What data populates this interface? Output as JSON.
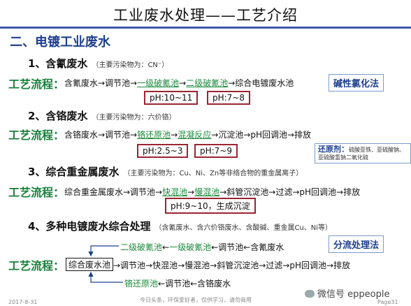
{
  "title": "工业废水处理——工艺介绍",
  "section": "二、电镀工业废水",
  "flow_label": "工艺流程：",
  "s1": {
    "heading": "1、含氰废水",
    "note": "（主要污染物为：CN⁻）",
    "flow": {
      "a": "含氰废水→调节池→",
      "b": "一级破氰池",
      "c": "→",
      "d": "二级破氰池",
      "e": "→综合电镀废水池"
    },
    "ph1": "pH:10~11",
    "ph2": "pH:7~8",
    "badge": "碱性氯化法"
  },
  "s2": {
    "heading": "2、含铬废水",
    "note": "（主要污染物为：六价铬）",
    "flow": {
      "a": "含铬废水→调节池→",
      "b": "铬还原池",
      "c": "→",
      "d": "混凝反应",
      "e": "→沉淀池→pH回调池→排放"
    },
    "ph1": "pH:2.5~3",
    "ph2": "pH:7~9",
    "hint_title": "还原剂：",
    "hint_body": "硫酸亚铁、亚硫酸钠、亚硫酸氢钠二氧化硫"
  },
  "s3": {
    "heading": "3、综合重金属废水",
    "note": "（主要污染物为：Cu、Ni、Zn等非络合物的重金属离子）",
    "flow": {
      "a": "综合重金属废水→调节池→",
      "b": "快混池",
      "c": "→",
      "d": "慢混池",
      "e": "→斜管沉淀池→过滤→pH回调池→排放"
    },
    "ph1": "pH:9~10，生成沉淀"
  },
  "s4": {
    "heading": "4、多种电镀废水综合处理",
    "note": "（含氰废水、含六价铬废水、含酸碱、重金属Cu、Ni等）",
    "badge": "分流处理法",
    "top_line": {
      "a": "二级破氰池",
      "b": "←",
      "c": "一级破氰池",
      "d": "←调节池←含氰废水"
    },
    "mix_box": "综合废水池",
    "main_line": "→调节池→快混池→慢混池→斜管沉淀池→过滤→pH回调池→排放",
    "bottom_line": {
      "a": "铬还原池",
      "b": "←调节池←含铬废水"
    }
  },
  "footer": {
    "date": "2017-8-31",
    "center": "今日头条，环保爱好者，仅供学习，请勿商用",
    "page": "Page31"
  },
  "watermark": "微信号 eppeople"
}
